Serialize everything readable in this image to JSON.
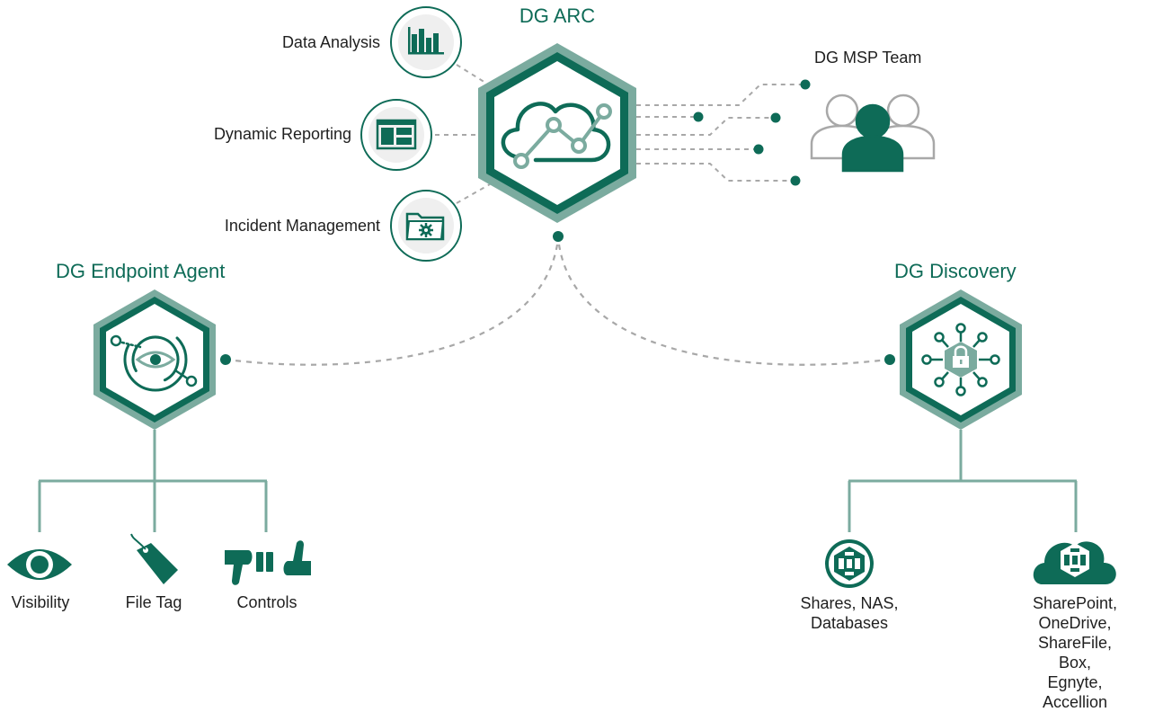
{
  "arc": {
    "title": "DG ARC",
    "features": [
      "Data Analysis",
      "Dynamic Reporting",
      "Incident Management"
    ],
    "team_label": "DG MSP Team"
  },
  "endpoint": {
    "title": "DG Endpoint Agent",
    "items": [
      "Visibility",
      "File Tag",
      "Controls"
    ]
  },
  "discovery": {
    "title": "DG Discovery",
    "items": [
      "Shares, NAS,\nDatabases",
      "SharePoint, OneDrive,\nShareFile, Box,\nEgnyte, Accellion"
    ]
  },
  "colors": {
    "primary": "#0e6b57",
    "light": "#7bab9f",
    "ring": "#5f9a8c",
    "gray": "#a8a8a8"
  },
  "icons": {
    "arc": "cloud-chart-icon",
    "features": [
      "bar-chart-icon",
      "dashboard-window-icon",
      "folder-gear-icon"
    ],
    "team": "people-icon",
    "endpoint": "eye-target-icon",
    "discovery": "lock-network-icon",
    "endpoint_items": [
      "eye-icon",
      "tag-icon",
      "thumbs-icon"
    ],
    "discovery_items": [
      "database-icon",
      "cloud-storage-icon"
    ]
  }
}
